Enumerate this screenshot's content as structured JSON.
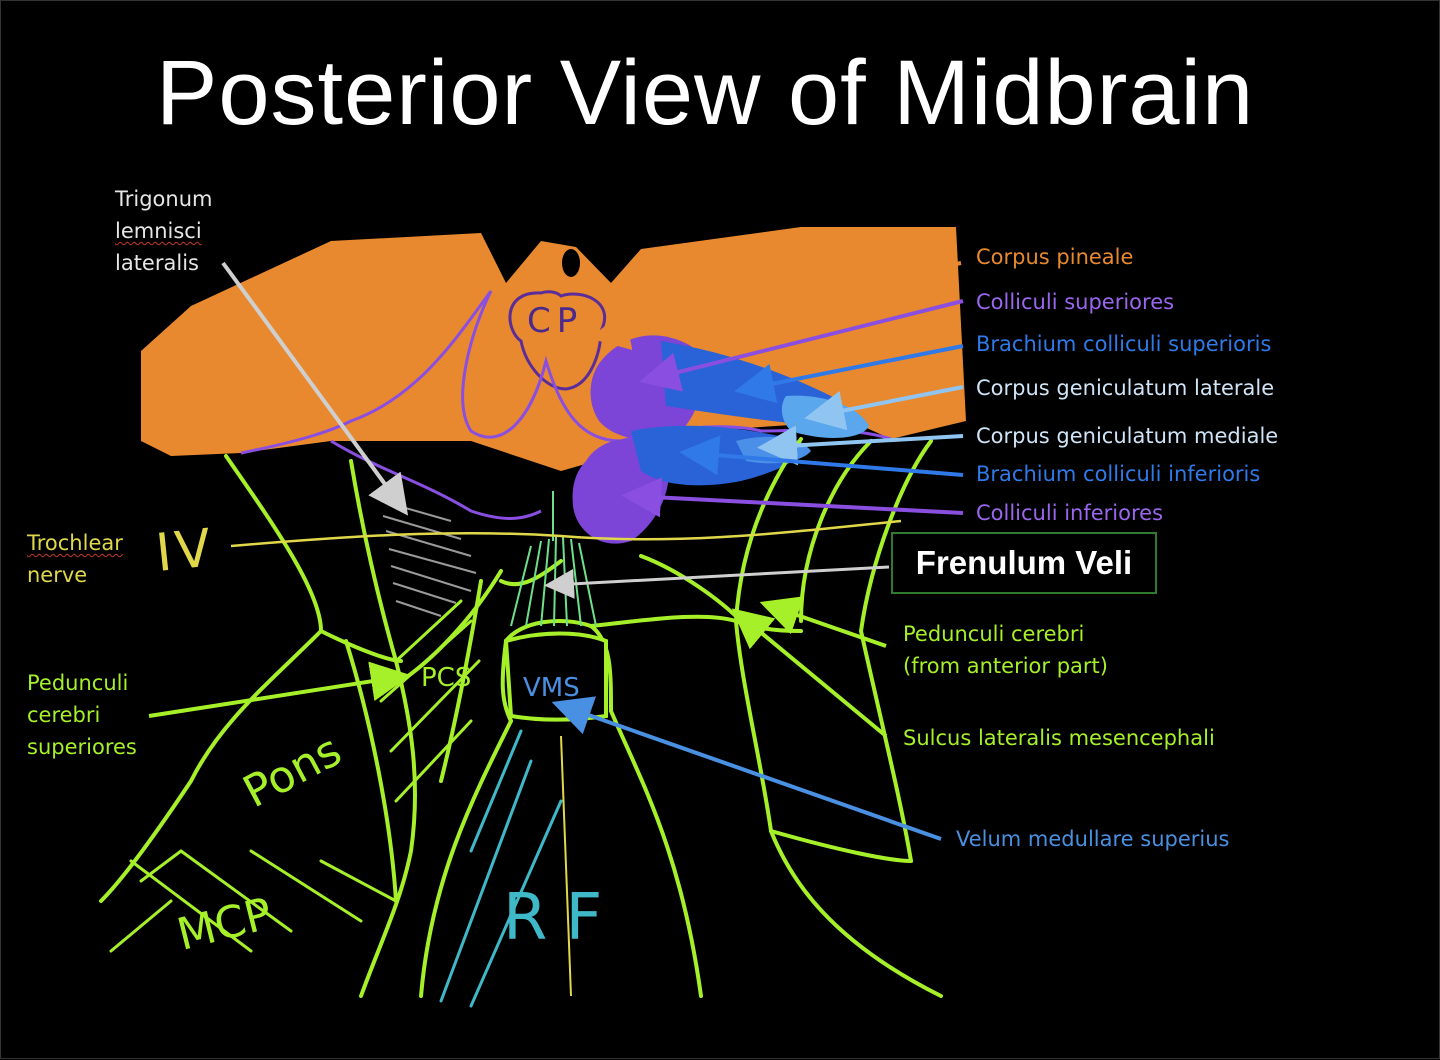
{
  "title": "Posterior View of Midbrain",
  "labels": {
    "trigonum": [
      "Trigonum",
      "lemnisci",
      "lateralis"
    ],
    "trochlear": [
      "Trochlear",
      "nerve"
    ],
    "pedunculi_sup": [
      "Pedunculi",
      "cerebri",
      "superiores"
    ],
    "corpus_pineale": "Corpus pineale",
    "colliculi_sup": "Colliculi superiores",
    "brachium_sup": "Brachium colliculi superioris",
    "cg_laterale": "Corpus geniculatum laterale",
    "cg_mediale": "Corpus geniculatum mediale",
    "brachium_inf": "Brachium colliculi inferioris",
    "colliculi_inf": "Colliculi inferiores",
    "frenulum": "Frenulum Veli",
    "pedunculi_ant": [
      "Pedunculi cerebri",
      "(from anterior part)"
    ],
    "sulcus": "Sulcus lateralis mesencephali",
    "velum": "Velum medullare superius"
  },
  "handwritten": {
    "cp": "CP",
    "iv": "IV",
    "pcs": "PCS",
    "vms": "VMS",
    "pons": "Pons",
    "mcp": "MCP",
    "rf": "RF"
  },
  "colors": {
    "background": "#000000",
    "orange": "#e8892f",
    "purple": "#8a4fe0",
    "blue": "#2f7ae8",
    "light_blue": "#8fc5f0",
    "green": "#a6f02a",
    "yellow": "#e0d84a",
    "mint": "#6fe08a",
    "teal": "#3fb8c8",
    "gray": "#cfcfcf",
    "white": "#ffffff"
  }
}
